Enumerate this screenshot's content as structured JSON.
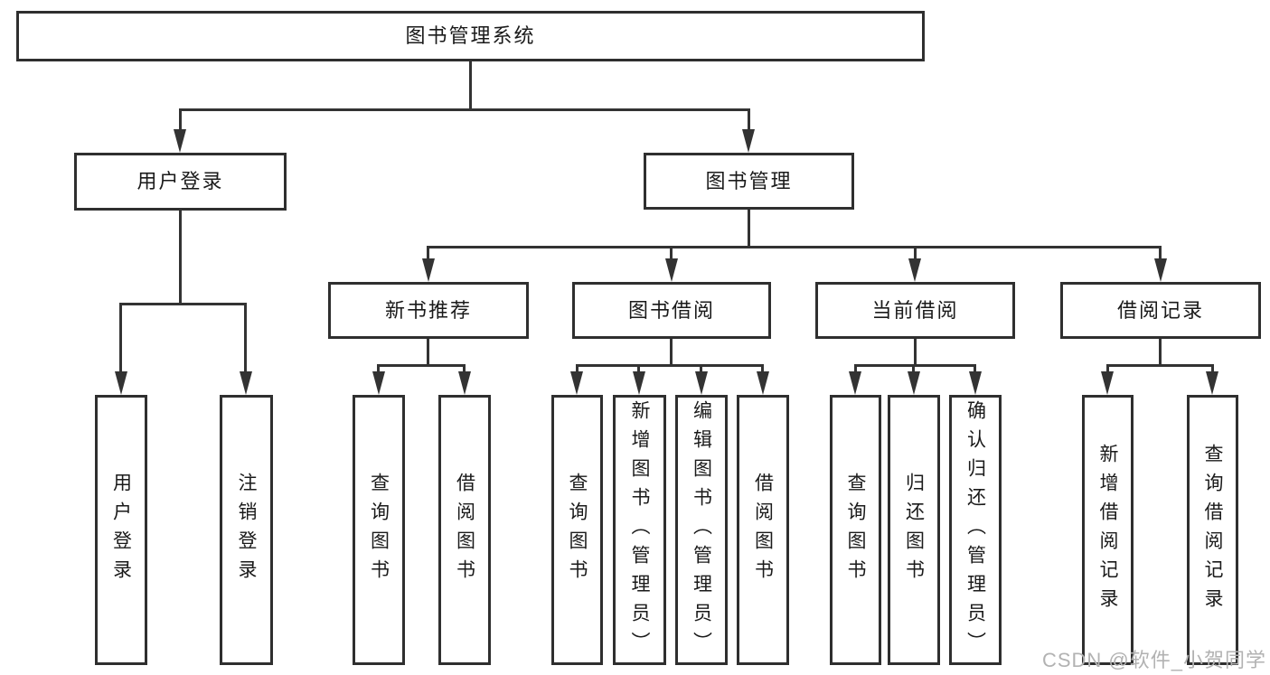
{
  "diagram": {
    "title": "图书管理系统",
    "nodes": {
      "root": "图书管理系统",
      "userLogin": "用户登录",
      "bookManagement": "图书管理",
      "newBookRecommend": "新书推荐",
      "bookBorrowing": "图书借阅",
      "currentBorrowing": "当前借阅",
      "borrowingRecords": "借阅记录",
      "leafUserLogin": "用户登录",
      "leafLogout": "注销登录",
      "recQueryBooks": "查询图书",
      "recBorrowBooks": "借阅图书",
      "borQueryBooks": "查询图书",
      "borAddBooks": "新增图书（管理员）",
      "borEditBooks": "编辑图书（管理员）",
      "borBorrowBooks": "借阅图书",
      "curQueryBooks": "查询图书",
      "curReturnBooks": "归还图书",
      "curConfirmReturn": "确认归还（管理员）",
      "brAddRecord": "新增借阅记录",
      "brQueryRecord": "查询借阅记录"
    },
    "tree": {
      "label": "图书管理系统",
      "children": [
        {
          "label": "用户登录",
          "children": [
            {
              "label": "用户登录"
            },
            {
              "label": "注销登录"
            }
          ]
        },
        {
          "label": "图书管理",
          "children": [
            {
              "label": "新书推荐",
              "children": [
                {
                  "label": "查询图书"
                },
                {
                  "label": "借阅图书"
                }
              ]
            },
            {
              "label": "图书借阅",
              "children": [
                {
                  "label": "查询图书"
                },
                {
                  "label": "新增图书（管理员）"
                },
                {
                  "label": "编辑图书（管理员）"
                },
                {
                  "label": "借阅图书"
                }
              ]
            },
            {
              "label": "当前借阅",
              "children": [
                {
                  "label": "查询图书"
                },
                {
                  "label": "归还图书"
                },
                {
                  "label": "确认归还（管理员）"
                }
              ]
            },
            {
              "label": "借阅记录",
              "children": [
                {
                  "label": "新增借阅记录"
                },
                {
                  "label": "查询借阅记录"
                }
              ]
            }
          ]
        }
      ]
    }
  },
  "watermark": {
    "text": "CSDN @软件_小贺同学"
  },
  "colors": {
    "line": "#333333",
    "border": "#2f2f2f",
    "text": "#1a1a1a",
    "watermark": "#b2b2b2",
    "background": "#ffffff"
  }
}
